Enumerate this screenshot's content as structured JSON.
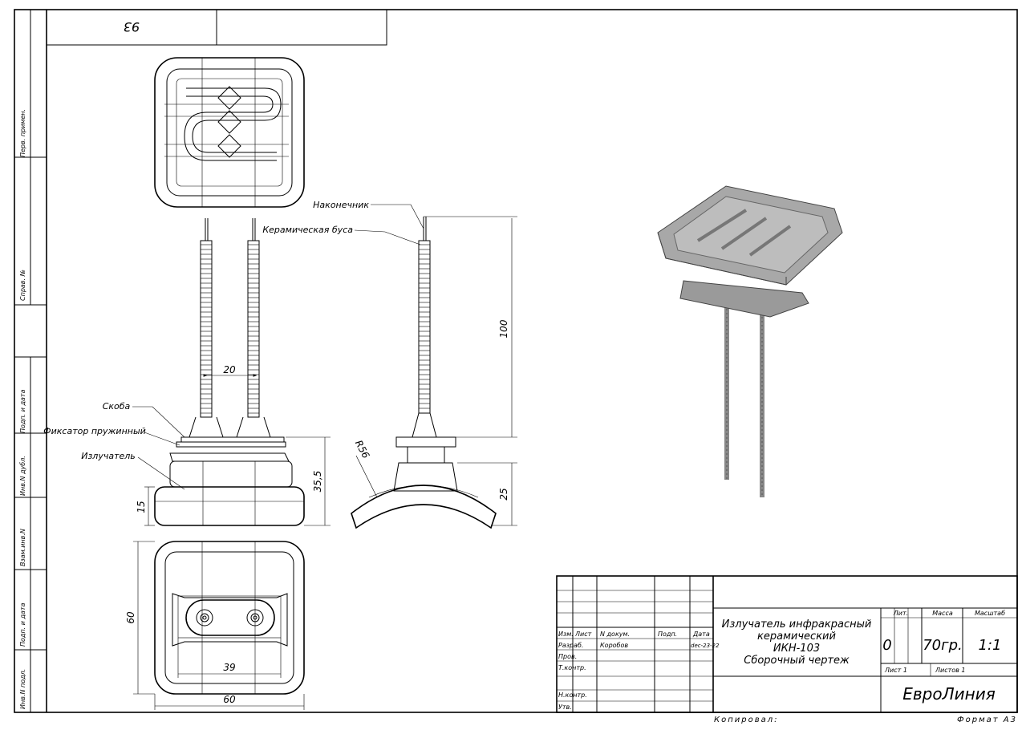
{
  "stamp_top": "93",
  "side_strip": {
    "perv_primen": "Перв. примен.",
    "sprav_no": "Справ. №",
    "podp_data_1": "Подп. и дата",
    "inv_dubl": "Инв.N дубл.",
    "vzam_inv": "Взам.инв.N",
    "podp_data_2": "Подп. и дата",
    "inv_podl": "Инв.N подл."
  },
  "labels": {
    "nakonechnik": "Наконечник",
    "keram_busa": "Керамическая буса",
    "skoba": "Скоба",
    "fiksator": "Фиксатор пружинный",
    "izluchatel": "Излучатель"
  },
  "dims": {
    "d20": "20",
    "d100": "100",
    "d35": "35,5",
    "d15": "15",
    "d25": "25",
    "r56": "R56",
    "d60v": "60",
    "d39": "39",
    "d60h": "60"
  },
  "title_block": {
    "izm": "Изм.",
    "list": "Лист",
    "n_dokum": "N докум.",
    "podp": "Подп.",
    "data": "Дата",
    "razrab": "Разраб.",
    "razrab_name": "Коробов",
    "razrab_date": "dec-23-22",
    "prov": "Пров.",
    "tkontr": "Т.контр.",
    "nkontr": "Н.контр.",
    "utv": "Утв.",
    "title_1": "Излучатель инфракрасный",
    "title_2": "керамический",
    "title_3": "ИКН-103",
    "title_4": "Сборочный чертеж",
    "lit": "Лит.",
    "massa": "Масса",
    "masshtab": "Масштаб",
    "lit_val": "0",
    "massa_val": "70гр.",
    "masshtab_val": "1:1",
    "list_n": "Лист 1",
    "listov": "Листов 1",
    "company": "ЕвроЛиния"
  },
  "footer": {
    "kopiroval": "Копировал:",
    "format": "Формат А3"
  }
}
